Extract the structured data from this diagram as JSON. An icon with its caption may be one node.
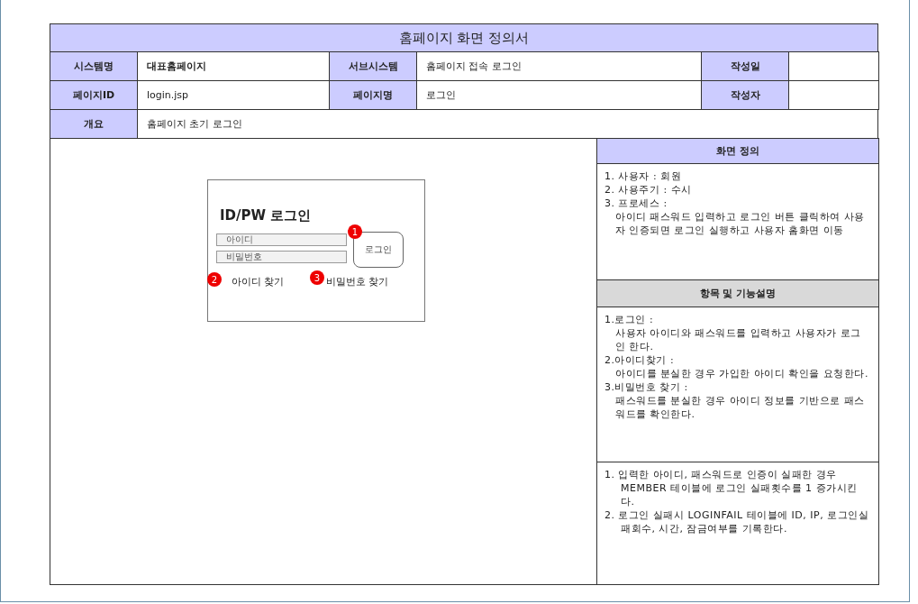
{
  "diagram": {
    "title": "홈페이지 화면 정의서",
    "labels": [
      "시스템명",
      "대표홈페이지",
      "서브시스템",
      "홈페이지 접속 로그인",
      "작성일",
      "페이지ID",
      "login.jsp",
      "페이지명",
      "로그인",
      "작성자",
      "개요",
      "홈페이지 초기 로그인",
      "ID/PW 로그인",
      "아이디",
      "비밀번호",
      "1",
      "로그인",
      "2",
      "아이디 찾기",
      "3",
      "비밀번호 찾기",
      "화면 정의",
      "1. 사용자 : 회원",
      "2. 사용주기 : 수시",
      "3. 프로세스 :",
      "아이디 패스워드 입력하고 로그인 버튼 클릭하여 사용자 인증되면 로그인 실행하고 사용자 홈화면 이동",
      "항목 및 기능설명",
      "1.로그인 :",
      "사용자 아이디와 패스워드를 입력하고 사용자가 로그인 한다.",
      "2.아이디찾기 :",
      "아이디를 분실한 경우 가입한 아이디 확인을 요청한다.",
      "3.비밀번호 찾기 :",
      "패스워드를 분실한 경우 아이디 정보를 기반으로 패스워드를 확인한다.",
      "1. 입력한 아이디, 패스워드로 인증이 실패한 경우 MEMBER 테이블에 로그인 실패횟수를 1 증가시킨다.",
      "2. 로그인 실패시 LOGINFAIL 테이블에 ID, IP, 로그인실패회수, 시간, 잠금여부를 기록한다."
    ]
  }
}
